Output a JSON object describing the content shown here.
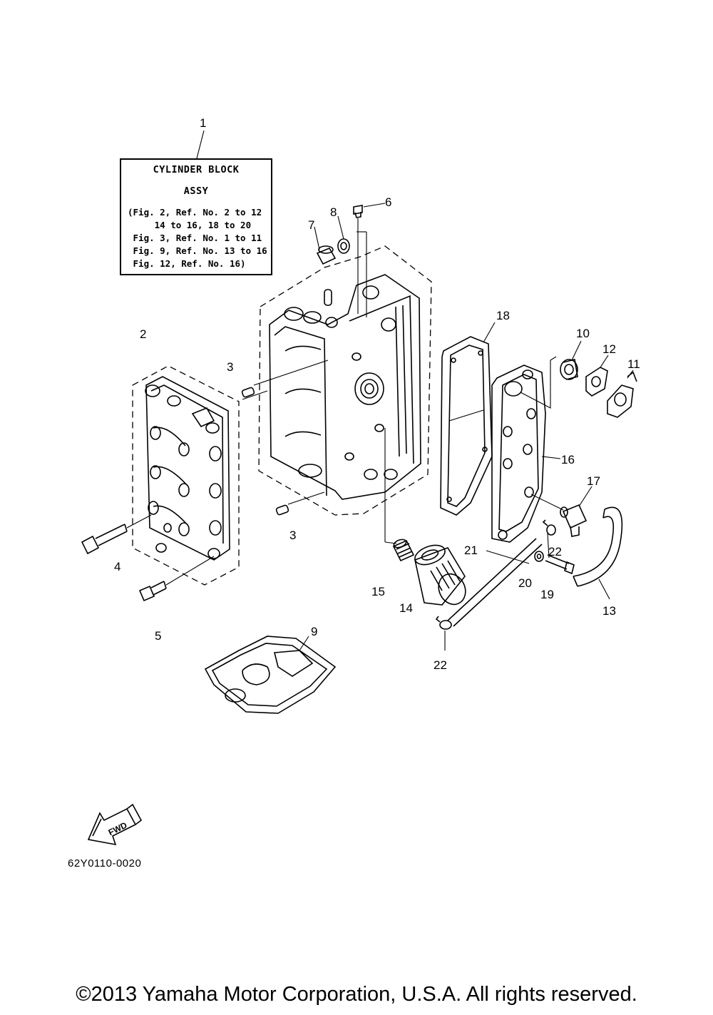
{
  "label": {
    "title_line1": "CYLINDER BLOCK",
    "title_line2": "ASSY",
    "lines": [
      "(Fig. 2, Ref. No. 2 to 12",
      "     14 to 16, 18 to 20",
      " Fig. 3, Ref. No. 1 to 11",
      " Fig. 9, Ref. No. 13 to 16",
      " Fig. 12, Ref. No. 16)"
    ]
  },
  "callouts": {
    "c1": "1",
    "c2": "2",
    "c3a": "3",
    "c3b": "3",
    "c4": "4",
    "c5": "5",
    "c6": "6",
    "c7": "7",
    "c8": "8",
    "c9": "9",
    "c10": "10",
    "c11": "11",
    "c12": "12",
    "c13": "13",
    "c14": "14",
    "c15": "15",
    "c16": "16",
    "c17": "17",
    "c18": "18",
    "c19": "19",
    "c20": "20",
    "c21": "21",
    "c22a": "22",
    "c22b": "22"
  },
  "fwd_label": "FWD",
  "part_number": "62Y0110-0020",
  "copyright": "©2013 Yamaha Motor Corporation, U.S.A. All rights reserved."
}
